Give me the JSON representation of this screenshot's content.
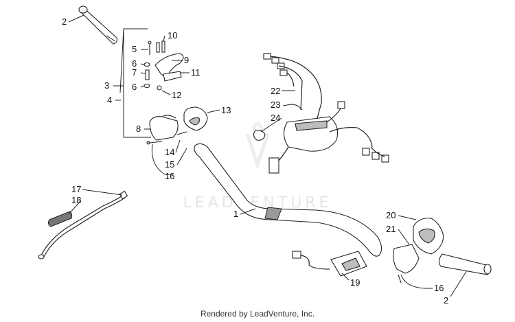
{
  "watermark": {
    "text": "LEADVENTURE"
  },
  "footer": {
    "text": "Rendered by LeadVenture, Inc."
  },
  "callouts": {
    "c1": "1",
    "c2a": "2",
    "c2b": "2",
    "c3": "3",
    "c4": "4",
    "c5": "5",
    "c6a": "6",
    "c6b": "6",
    "c7": "7",
    "c8": "8",
    "c9": "9",
    "c10": "10",
    "c11": "11",
    "c12": "12",
    "c13": "13",
    "c14": "14",
    "c15": "15",
    "c16a": "16",
    "c16b": "16",
    "c17": "17",
    "c18": "18",
    "c19": "19",
    "c20": "20",
    "c21": "21",
    "c22": "22",
    "c23": "23",
    "c24": "24"
  }
}
